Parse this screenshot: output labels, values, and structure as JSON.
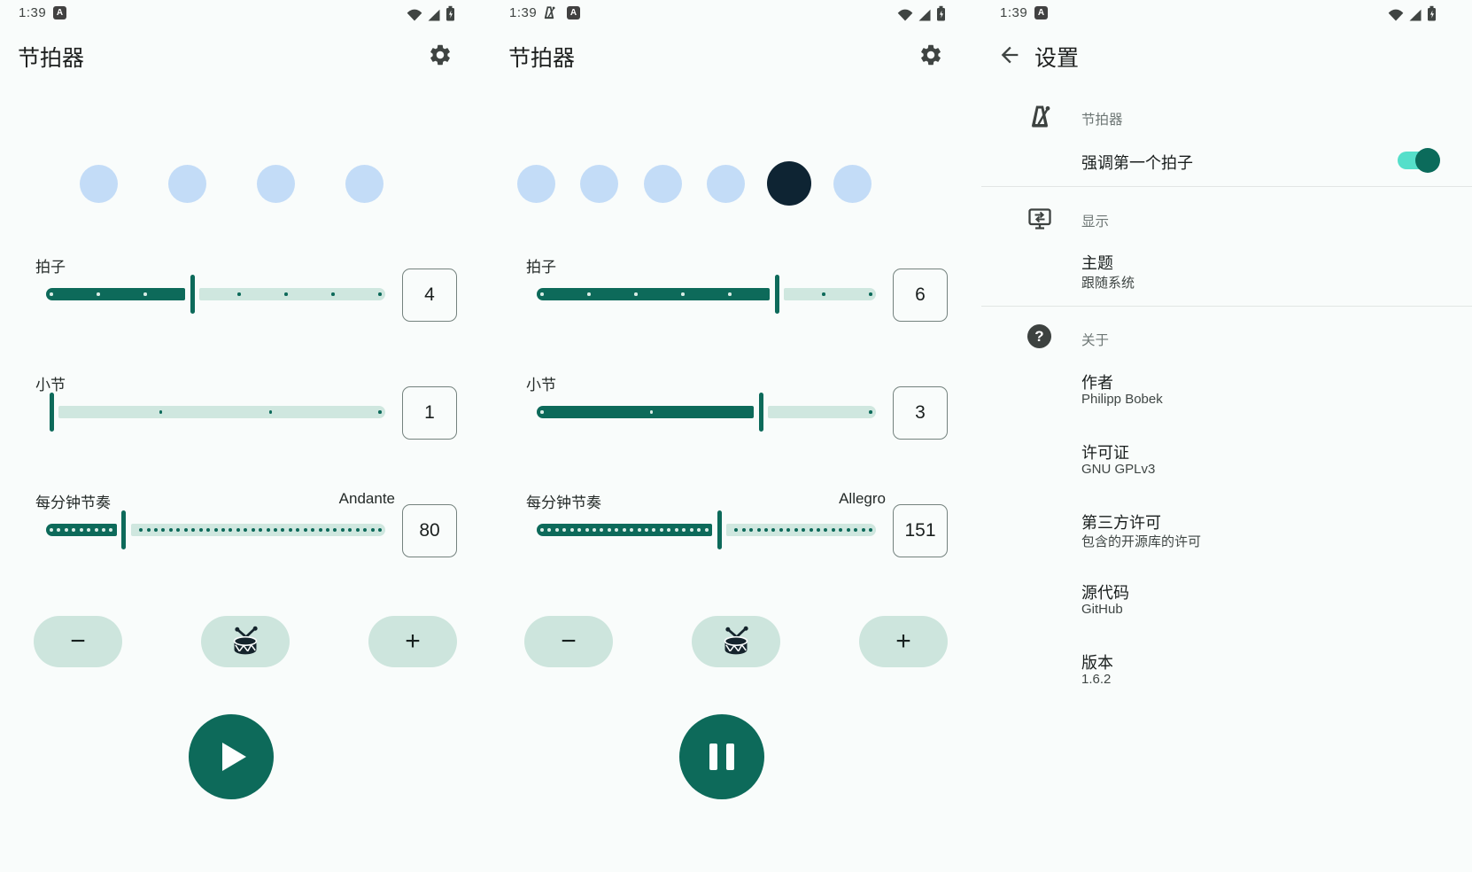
{
  "status_bar": {
    "time": "1:39",
    "app_badge_label": "A",
    "right_icons": [
      "wifi-icon",
      "signal-icon",
      "battery-charging-icon"
    ]
  },
  "screens": [
    {
      "title": "节拍器",
      "beats": {
        "count": 4,
        "active_index": -1
      },
      "sliders": [
        {
          "label": "拍子",
          "value": "4",
          "fill": 0.4286,
          "stops": 8
        },
        {
          "label": "小节",
          "value": "1",
          "fill": 0.0,
          "stops": 4
        },
        {
          "label": "每分钟节奏",
          "tempo_name": "Andante",
          "value": "80",
          "fill": 0.22,
          "stops": 45
        }
      ],
      "decrease_label": "−",
      "increase_label": "+",
      "transport": "play"
    },
    {
      "title": "节拍器",
      "beats": {
        "count": 6,
        "active_index": 4
      },
      "sliders": [
        {
          "label": "拍子",
          "value": "6",
          "fill": 0.7143,
          "stops": 8
        },
        {
          "label": "小节",
          "value": "3",
          "fill": 0.6667,
          "stops": 4
        },
        {
          "label": "每分钟节奏",
          "tempo_name": "Allegro",
          "value": "151",
          "fill": 0.54,
          "stops": 45
        }
      ],
      "decrease_label": "−",
      "increase_label": "+",
      "transport": "pause"
    }
  ],
  "settings": {
    "title": "设置",
    "sections": [
      {
        "icon": "metronome-icon",
        "header": "节拍器",
        "items": [
          {
            "title": "强调第一个拍子",
            "toggle_on": true
          }
        ]
      },
      {
        "icon": "display-icon",
        "header": "显示",
        "items": [
          {
            "title": "主题",
            "subtitle": "跟随系统"
          }
        ]
      },
      {
        "icon": "help-icon",
        "header": "关于",
        "help_glyph": "?",
        "items": [
          {
            "title": "作者",
            "subtitle": "Philipp Bobek"
          },
          {
            "title": "许可证",
            "subtitle": "GNU GPLv3"
          },
          {
            "title": "第三方许可",
            "subtitle": "包含的开源库的许可"
          },
          {
            "title": "源代码",
            "subtitle": "GitHub"
          },
          {
            "title": "版本",
            "subtitle": "1.6.2"
          }
        ]
      }
    ]
  },
  "colors": {
    "primary_teal": "#0d6a5a",
    "track_light": "#cfe7df",
    "beat_blue": "#c3dcf7",
    "beat_active_navy": "#0e2433",
    "button_mint": "#cde5dd",
    "toggle_track": "#55dfca",
    "background": "#f9fcfb"
  }
}
